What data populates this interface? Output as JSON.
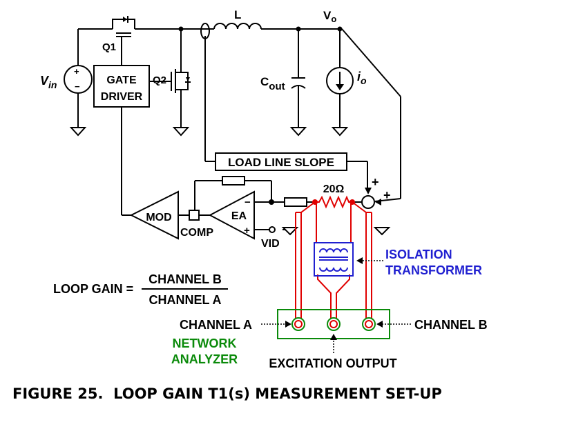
{
  "labels": {
    "inductor": "L",
    "vout_main": "V",
    "vout_sub": "o",
    "q1": "Q1",
    "q2": "Q2",
    "vin_main": "V",
    "vin_sub": "in",
    "gate_driver_line1": "GATE",
    "gate_driver_line2": "DRIVER",
    "cout_main": "C",
    "cout_sub": "out",
    "io_main": "i",
    "io_sub": "o",
    "load_line_slope": "LOAD LINE SLOPE",
    "resistor": "20Ω",
    "plus_top": "+",
    "plus_right": "+",
    "mod": "MOD",
    "ea": "EA",
    "ea_minus": "−",
    "ea_plus": "+",
    "comp": "COMP",
    "vid": "VID",
    "isolation_line1": "ISOLATION",
    "isolation_line2": "TRANSFORMER",
    "loop_gain": "LOOP GAIN =",
    "channel_b_num": "CHANNEL B",
    "channel_a_den": "CHANNEL A",
    "channel_a": "CHANNEL A",
    "channel_b": "CHANNEL B",
    "network_line1": "NETWORK",
    "network_line2": "ANALYZER",
    "excitation_output": "EXCITATION OUTPUT"
  },
  "caption": "FIGURE 25.  LOOP GAIN T1(s) MEASUREMENT SET-UP",
  "colors": {
    "excitation_wires": "#e00000",
    "isolation": "#1f1fd0",
    "analyzer": "#0a8a0a"
  }
}
